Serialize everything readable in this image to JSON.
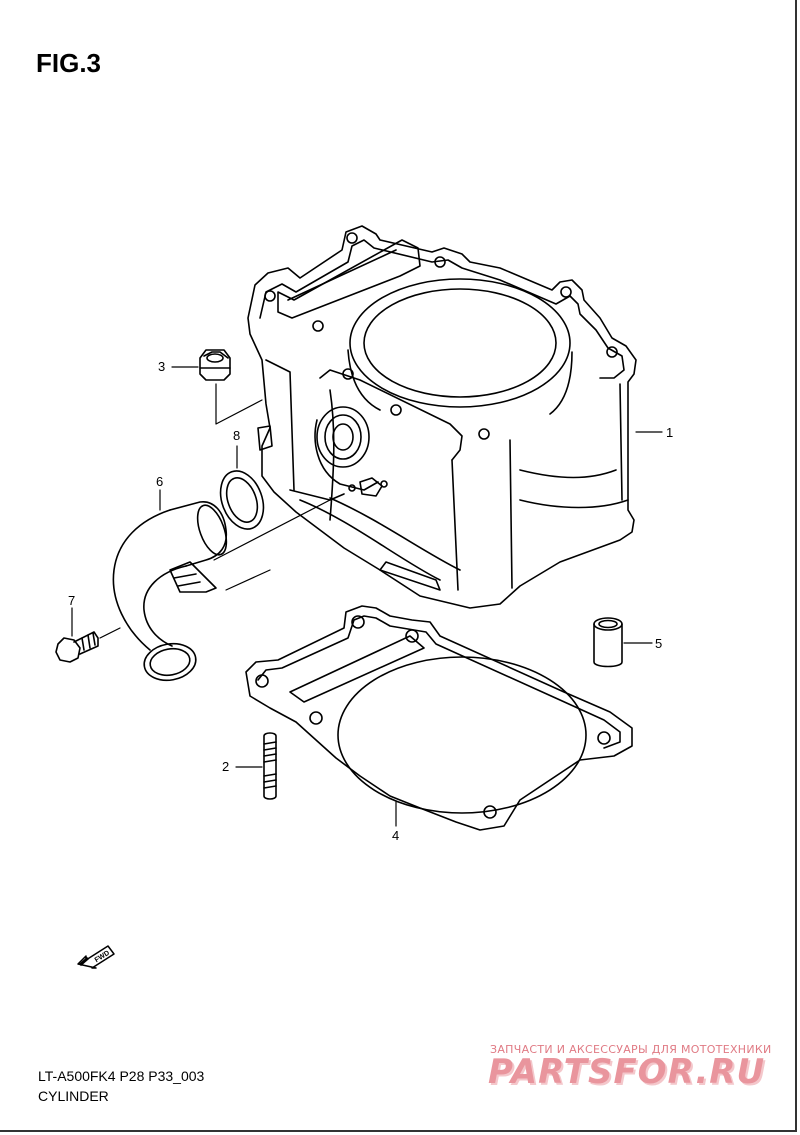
{
  "figure": {
    "title": "FIG.3"
  },
  "callouts": [
    {
      "id": "1",
      "label": "1"
    },
    {
      "id": "2",
      "label": "2"
    },
    {
      "id": "3",
      "label": "3"
    },
    {
      "id": "4",
      "label": "4"
    },
    {
      "id": "5",
      "label": "5"
    },
    {
      "id": "6",
      "label": "6"
    },
    {
      "id": "7",
      "label": "7"
    },
    {
      "id": "8",
      "label": "8"
    }
  ],
  "direction": {
    "label": "FWD"
  },
  "footer": {
    "model_code": "LT-A500FK4 P28 P33_003",
    "section_name": "CYLINDER"
  },
  "watermark": {
    "tagline": "ЗАПЧАСТИ И АКСЕССУАРЫ ДЛЯ МОТОТЕХНИКИ",
    "logo": "PARTSFOR.RU"
  }
}
